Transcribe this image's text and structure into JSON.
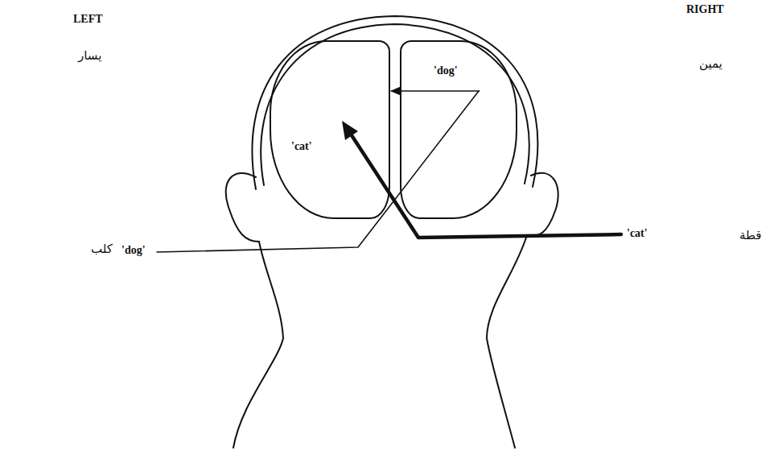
{
  "diagram": {
    "nodes": [
      {
        "text": [
          "'cat'"
        ]
      },
      {
        "text": [
          "'dog'"
        ]
      }
    ],
    "edges": [
      {
        "from": 1,
        "to": 0,
        "arrow": "to"
      }
    ],
    "labels": [
      "LEFT",
      "يسار",
      "RIGHT",
      "يمين",
      "'dog'",
      "كلب",
      "'cat'",
      "قطة"
    ]
  }
}
